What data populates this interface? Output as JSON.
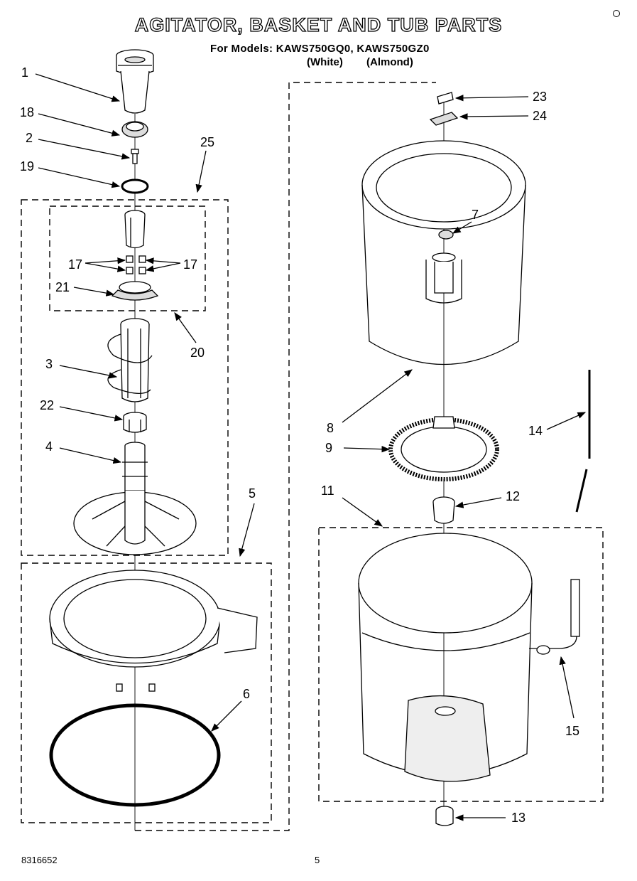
{
  "header": {
    "title": "AGITATOR, BASKET AND TUB PARTS",
    "models_prefix": "For Models: KAWS750GQ0, KAWS750GZ0",
    "variant_white": "(White)",
    "variant_almond": "(Almond)"
  },
  "footer": {
    "code": "8316652",
    "page_number": "5"
  },
  "callouts": {
    "c1": "1",
    "c2": "2",
    "c3": "3",
    "c4": "4",
    "c5": "5",
    "c6": "6",
    "c7": "7",
    "c8": "8",
    "c9": "9",
    "c11": "11",
    "c12": "12",
    "c13": "13",
    "c14": "14",
    "c15": "15",
    "c17a": "17",
    "c17b": "17",
    "c18": "18",
    "c19": "19",
    "c20": "20",
    "c21": "21",
    "c22": "22",
    "c23": "23",
    "c24": "24",
    "c25": "25"
  }
}
